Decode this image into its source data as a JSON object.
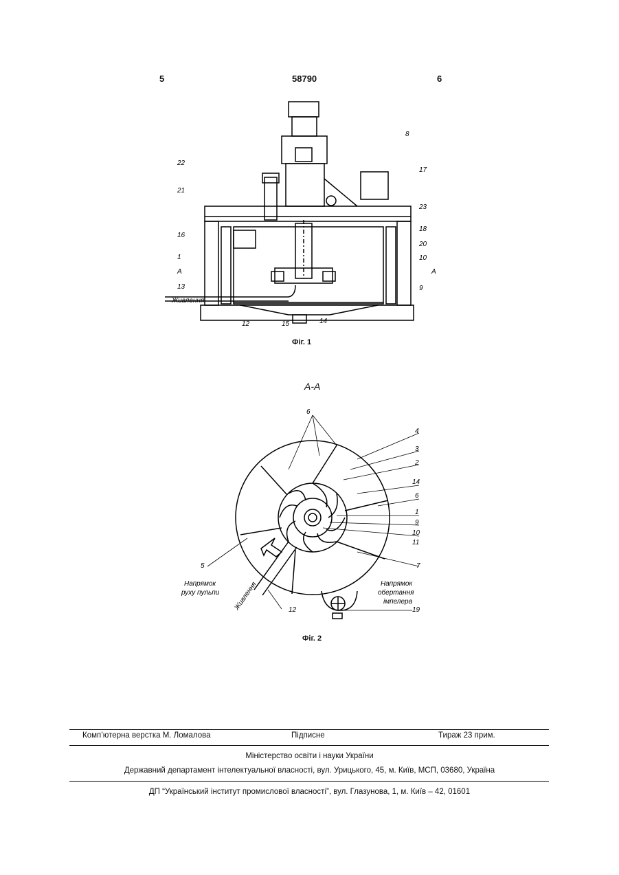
{
  "header": {
    "page_left": "5",
    "patent_number": "58790",
    "page_right": "6"
  },
  "fig1": {
    "caption": "Фіг. 1",
    "labels": [
      "22",
      "21",
      "16",
      "1",
      "13",
      "8",
      "17",
      "23",
      "18",
      "20",
      "10",
      "9",
      "12",
      "15",
      "14"
    ],
    "section_mark": "A",
    "feed_label": "Живлення"
  },
  "fig2": {
    "section_title": "A-A",
    "caption": "Фіг. 2",
    "labels": [
      "6",
      "4",
      "3",
      "2",
      "14",
      "6",
      "1",
      "9",
      "10",
      "11",
      "7",
      "5",
      "12",
      "19"
    ],
    "pulp_direction": [
      "Напрямок",
      "руху пульпи"
    ],
    "impeller_direction": [
      "Напрямок",
      "обертання",
      "імпелера"
    ],
    "feed_label": "Живлення"
  },
  "footer": {
    "layout": "Комп’ютерна верстка М. Ломалова",
    "signed": "Підписне",
    "circulation": "Тираж 23 прим.",
    "ministry": "Міністерство освіти і науки України",
    "department": "Державний департамент інтелектуальної власності, вул. Урицького, 45, м. Київ, МСП, 03680, Україна",
    "institute": "ДП “Український інститут промислової власності”, вул. Глазунова, 1, м. Київ – 42, 01601"
  }
}
